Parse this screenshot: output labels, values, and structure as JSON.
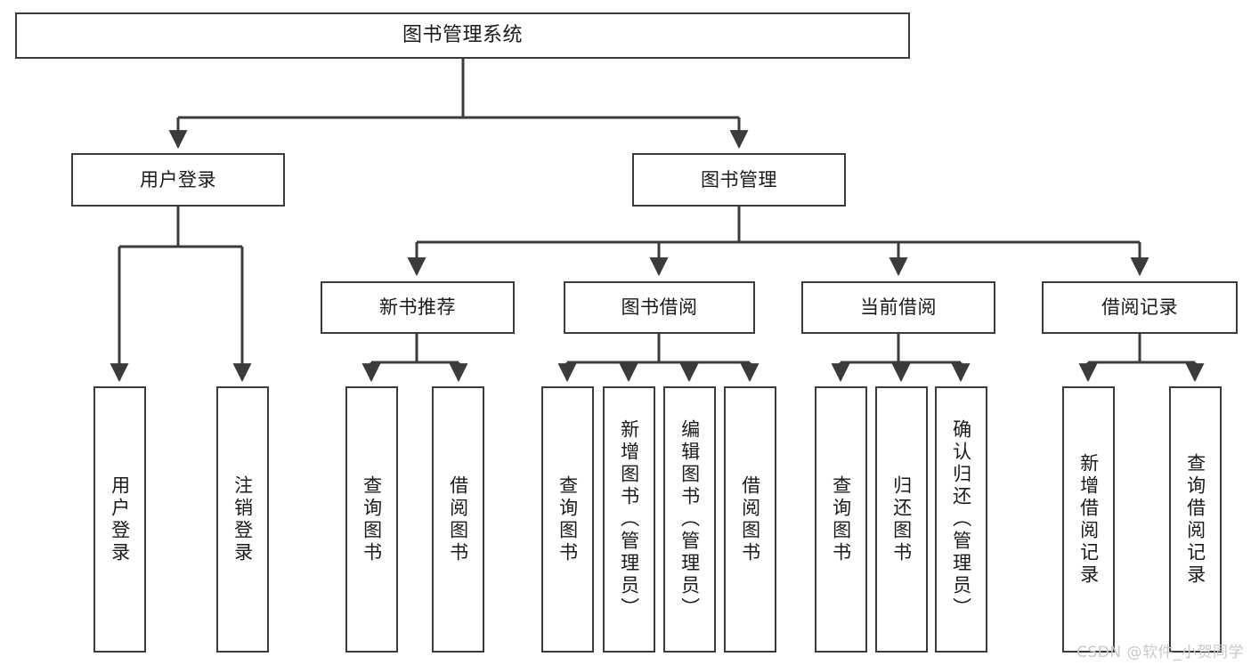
{
  "diagram": {
    "title": "图书管理系统",
    "type": "tree-hierarchy-diagram",
    "colors": {
      "box_border": "#3b3b3b",
      "box_fill": "#ffffff",
      "edge": "#3b3b3b",
      "text": "#1a1a1a",
      "watermark": "#c9c9c9",
      "background": "#ffffff"
    },
    "nodes": {
      "root": {
        "label": "图书管理系统"
      },
      "level2": [
        {
          "id": "user-login",
          "label": "用户登录"
        },
        {
          "id": "book-management",
          "label": "图书管理"
        }
      ],
      "level3": [
        {
          "id": "new-book-recommend",
          "label": "新书推荐"
        },
        {
          "id": "book-borrow",
          "label": "图书借阅"
        },
        {
          "id": "current-borrow",
          "label": "当前借阅"
        },
        {
          "id": "borrow-record",
          "label": "借阅记录"
        }
      ],
      "leaves": {
        "user_login": [
          {
            "id": "leaf-user-login",
            "label": "用户登录"
          },
          {
            "id": "leaf-logout-login",
            "label": "注销登录"
          }
        ],
        "new_book_recommend": [
          {
            "id": "leaf-query-book-1",
            "label": "查询图书"
          },
          {
            "id": "leaf-borrow-book-1",
            "label": "借阅图书"
          }
        ],
        "book_borrow": [
          {
            "id": "leaf-query-book-2",
            "label": "查询图书"
          },
          {
            "id": "leaf-add-book",
            "label": "新增图书（管理员）"
          },
          {
            "id": "leaf-edit-book",
            "label": "编辑图书（管理员）"
          },
          {
            "id": "leaf-borrow-book-2",
            "label": "借阅图书"
          }
        ],
        "current_borrow": [
          {
            "id": "leaf-query-book-3",
            "label": "查询图书"
          },
          {
            "id": "leaf-return-book",
            "label": "归还图书"
          },
          {
            "id": "leaf-confirm-return",
            "label": "确认归还（管理员）"
          }
        ],
        "borrow_record": [
          {
            "id": "leaf-add-record",
            "label": "新增借阅记录"
          },
          {
            "id": "leaf-query-record",
            "label": "查询借阅记录"
          }
        ]
      }
    },
    "watermark": "CSDN @软件_小贺同学"
  }
}
